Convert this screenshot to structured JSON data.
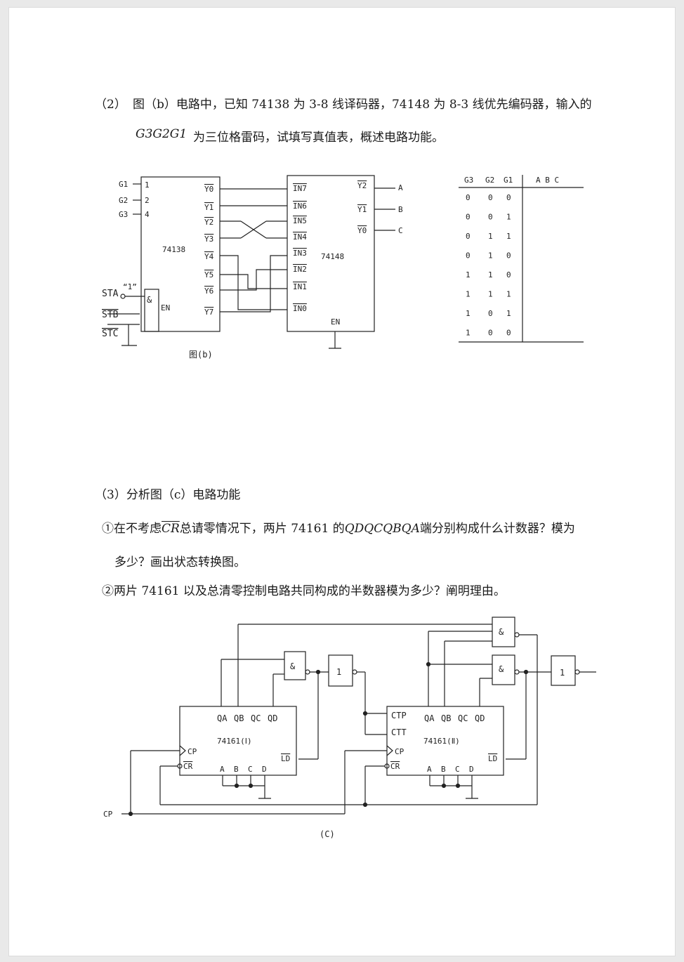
{
  "q2": {
    "label": "（2）",
    "line1": "图（b）电路中，已知 74138 为 3-8 线译码器，74148 为 8-3 线优先编码器，输入的",
    "gray_vars": "G3G2G1",
    "line2": "为三位格雷码，试填写真值表，概述电路功能。"
  },
  "fig_b": {
    "caption": "图(b)",
    "decoder": "74138",
    "encoder": "74148",
    "inputs": [
      "G1",
      "G2",
      "G3"
    ],
    "pins": [
      "1",
      "2",
      "4"
    ],
    "decoder_outputs": [
      "Y0",
      "Y1",
      "Y2",
      "Y3",
      "Y4",
      "Y5",
      "Y6",
      "Y7"
    ],
    "encoder_inputs": [
      "IN7",
      "IN6",
      "IN5",
      "IN4",
      "IN3",
      "IN2",
      "IN1",
      "IN0"
    ],
    "encoder_outputs": [
      "Y2",
      "Y1",
      "Y0"
    ],
    "out_labels": [
      "A",
      "B",
      "C"
    ],
    "enables": [
      "STA",
      "STB",
      "STC"
    ],
    "one": "“1”",
    "and_sym": "&",
    "en": "EN"
  },
  "truth_table": {
    "headers": [
      "G3",
      "G2",
      "G1"
    ],
    "out_header": "A B C",
    "rows": [
      [
        "0",
        "0",
        "0"
      ],
      [
        "0",
        "0",
        "1"
      ],
      [
        "0",
        "1",
        "1"
      ],
      [
        "0",
        "1",
        "0"
      ],
      [
        "1",
        "1",
        "0"
      ],
      [
        "1",
        "1",
        "1"
      ],
      [
        "1",
        "0",
        "1"
      ],
      [
        "1",
        "0",
        "0"
      ]
    ]
  },
  "q3": {
    "title": "（3）分析图（c）电路功能",
    "item1_a": "①在不考虑",
    "cr": "CR",
    "item1_b": "总请零情况下，两片 74161 的",
    "qvars": "QDQCQBQA",
    "item1_c": "端分别构成什么计数器？模为",
    "item1_d": "多少？画出状态转换图。",
    "item2": "②两片 74161 以及总清零控制电路共同构成的半数器模为多少？阐明理由。"
  },
  "fig_c": {
    "caption": "(C)",
    "chip1": "74161(Ⅰ)",
    "chip2": "74161(Ⅱ)",
    "q_labels": [
      "QA",
      "QB",
      "QC",
      "QD"
    ],
    "ct_labels": [
      "CTP",
      "CTT"
    ],
    "cp": "CP",
    "cr": "CR",
    "ld": "LD",
    "abcd": [
      "A",
      "B",
      "C",
      "D"
    ],
    "and_sym": "&",
    "not_sym": "1"
  }
}
